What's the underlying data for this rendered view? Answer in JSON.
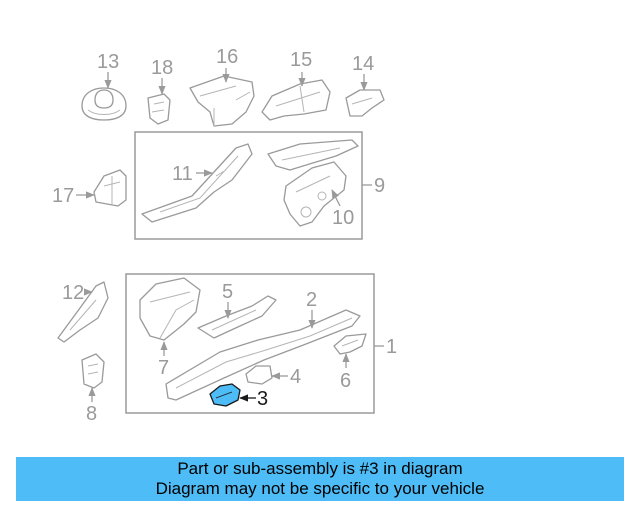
{
  "diagram": {
    "callouts": {
      "c1": "1",
      "c2": "2",
      "c3": "3",
      "c4": "4",
      "c5": "5",
      "c6": "6",
      "c7": "7",
      "c8": "8",
      "c9": "9",
      "c10": "10",
      "c11": "11",
      "c12": "12",
      "c13": "13",
      "c14": "14",
      "c15": "15",
      "c16": "16",
      "c17": "17",
      "c18": "18"
    },
    "highlight_color": "#4dbcf7",
    "line_color": "#9a9a9a"
  },
  "banner": {
    "line1": "Part or sub-assembly is #3 in diagram",
    "line2": "Diagram may not be specific to your vehicle",
    "background": "#4dbcf7"
  }
}
